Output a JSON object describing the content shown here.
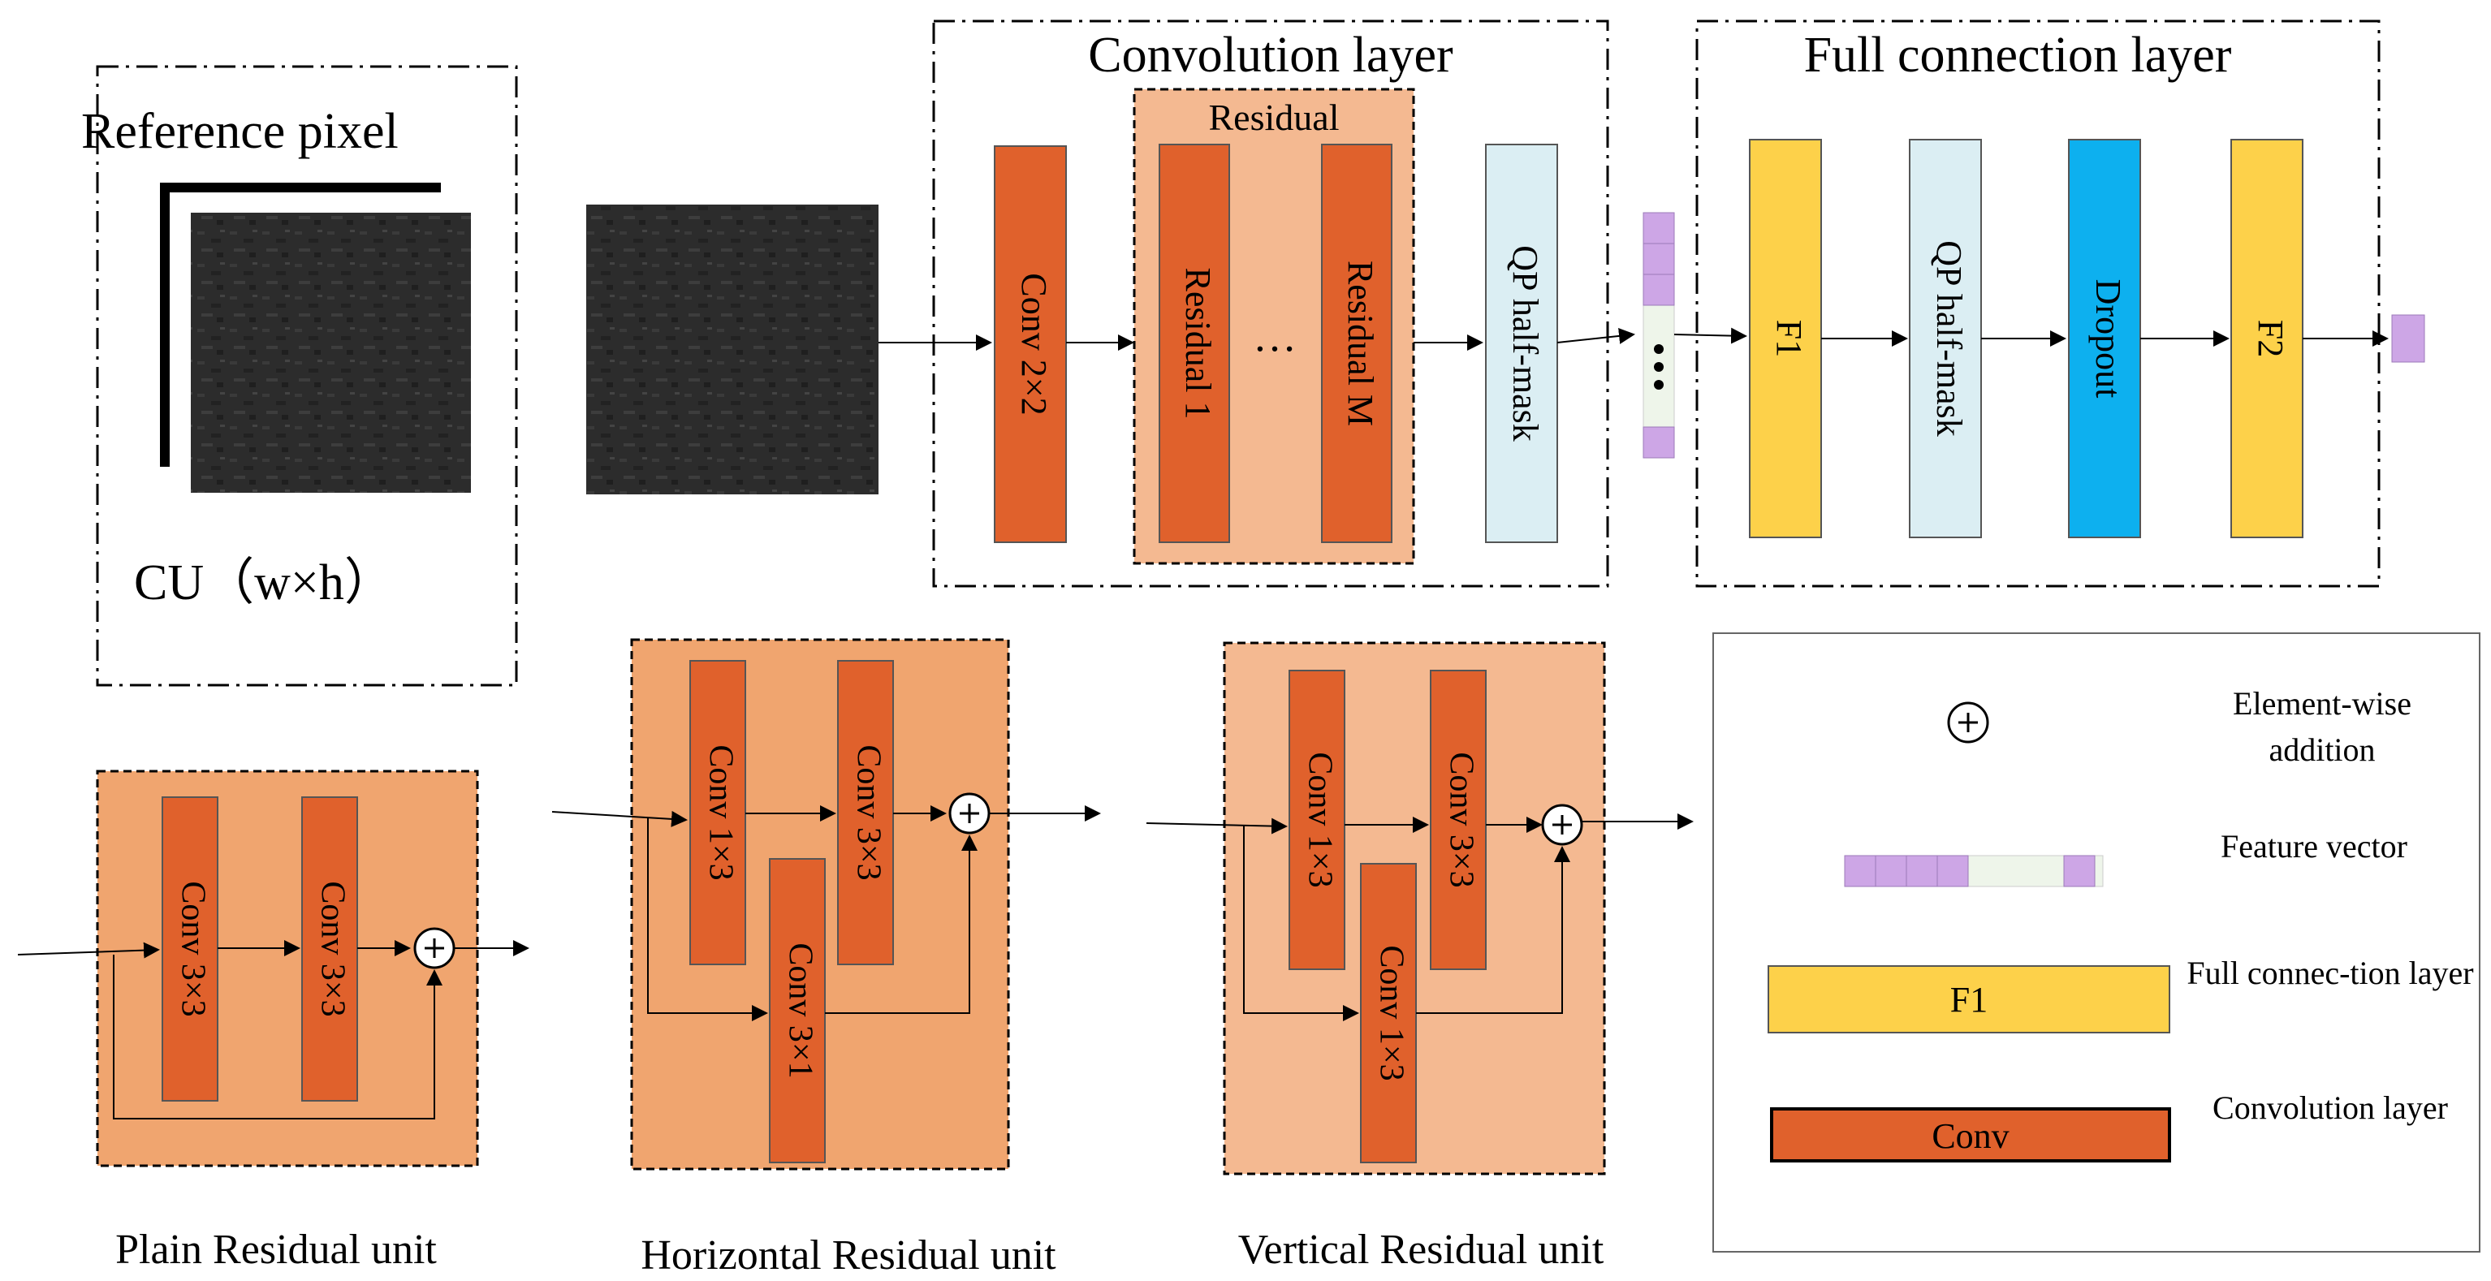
{
  "cnn_diagram": {
    "input": {
      "reference_label": "Reference pixel",
      "cu_label": "CU（w×h）"
    },
    "conv_section": {
      "title": "Convolution layer",
      "residual_label": "Residual",
      "conv_block": "Conv 2×2",
      "residual_first": "Residual 1",
      "ellipsis": "…",
      "residual_last": "Residual M",
      "qp_mask": "QP half-mask"
    },
    "fc_section": {
      "title": "Full connection layer",
      "f1": "F1",
      "qp_mask": "QP half-mask",
      "dropout": "Dropout",
      "f2": "F2"
    },
    "units": {
      "plain": {
        "caption": "Plain Residual unit",
        "conv_a": "Conv 3×3",
        "conv_b": "Conv 3×3"
      },
      "horizontal": {
        "caption": "Horizontal Residual unit",
        "conv_a": "Conv 1×3",
        "conv_b": "Conv 3×3",
        "conv_c": "Conv 3×1"
      },
      "vertical": {
        "caption": "Vertical  Residual unit",
        "conv_a": "Conv 1×3",
        "conv_b": "Conv 3×3",
        "conv_c": "Conv 1×3"
      }
    },
    "legend": {
      "addition": "Element-wise addition",
      "feature": "Feature vector",
      "fc_sample": "F1",
      "fc": "Full connec-tion layer",
      "conv_sample": "Conv",
      "conv": "Convolution layer"
    },
    "colors": {
      "conv": "#e0612c",
      "residual_bg": "#f4b991",
      "unit_bg": "#f0a56f",
      "fc": "#fdd14a",
      "qp_mask": "#dbeef3",
      "dropout": "#0db0ef",
      "feature": "#cda6e6"
    }
  }
}
